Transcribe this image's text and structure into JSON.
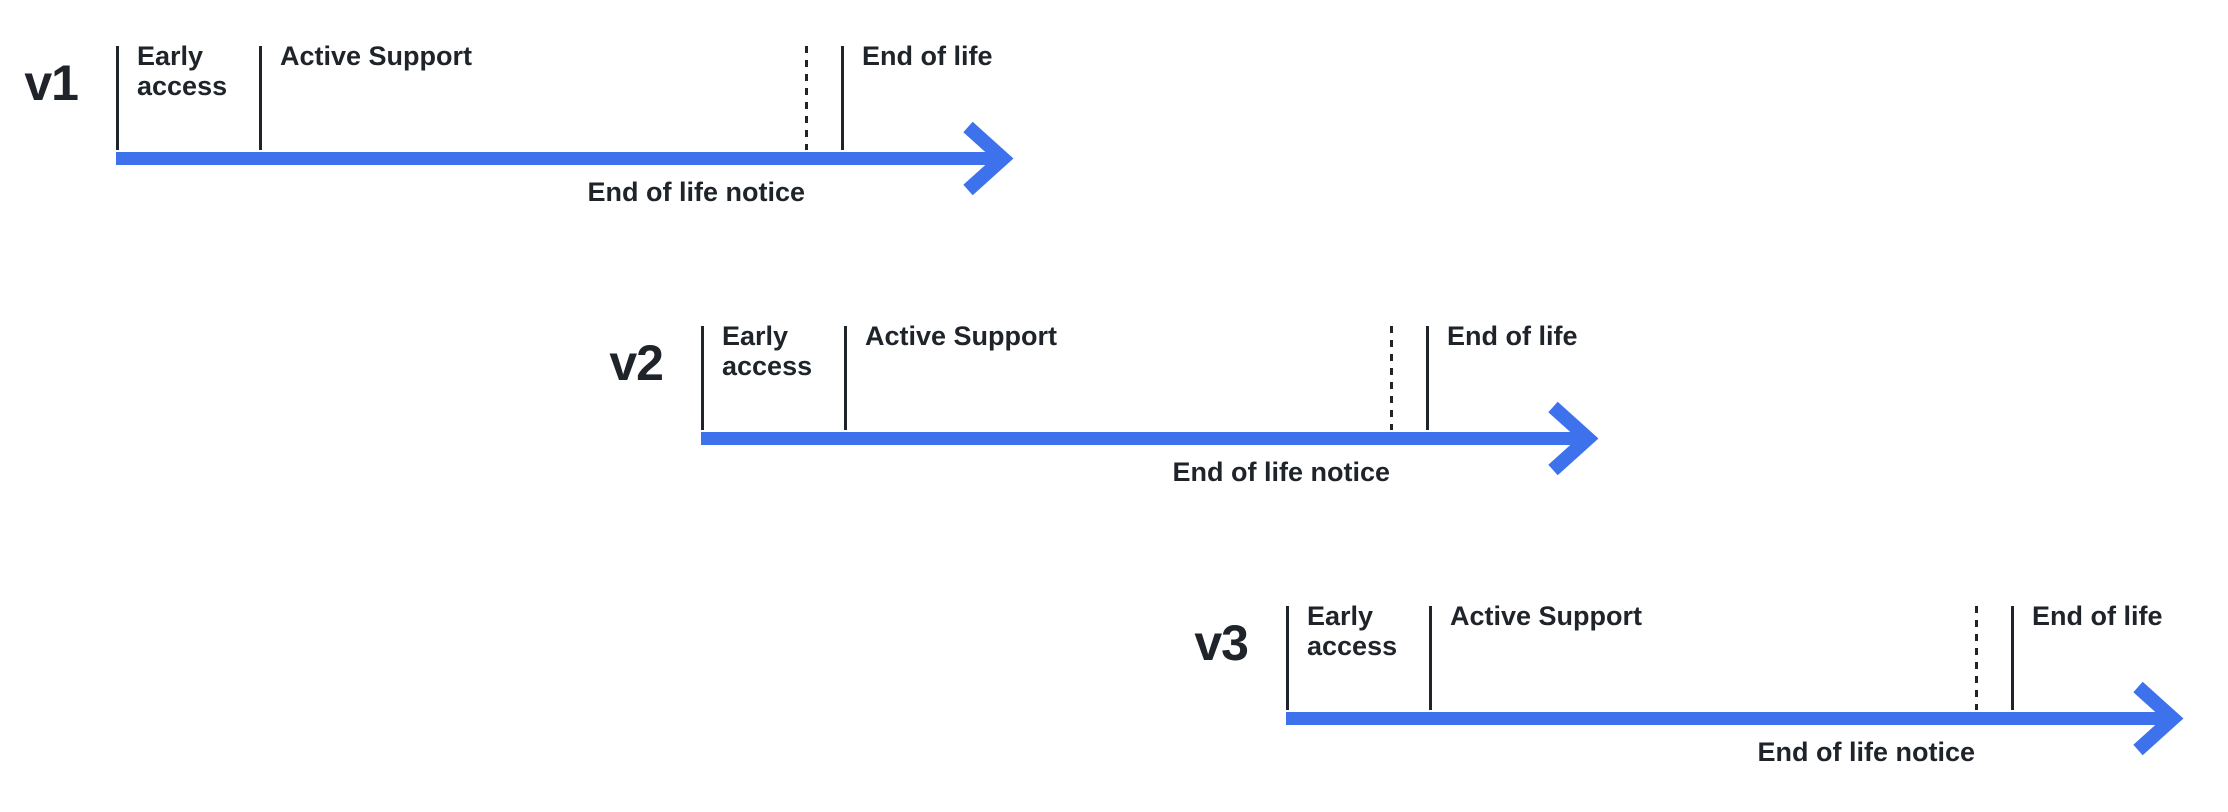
{
  "diagram": {
    "title": "version-lifecycle-timelines",
    "colors": {
      "background": "#ffffff",
      "arrow_blue": "#3E72EC",
      "line_dark": "#1F232A"
    },
    "versions": [
      {
        "label": "v1",
        "phase_early": "Early access",
        "phase_active": "Active Support",
        "phase_eol": "End of life",
        "notice": "End of life notice"
      },
      {
        "label": "v2",
        "phase_early": "Early access",
        "phase_active": "Active Support",
        "phase_eol": "End of life",
        "notice": "End of life notice"
      },
      {
        "label": "v3",
        "phase_early": "Early access",
        "phase_active": "Active Support",
        "phase_eol": "End of life",
        "notice": "End of life notice"
      }
    ]
  }
}
